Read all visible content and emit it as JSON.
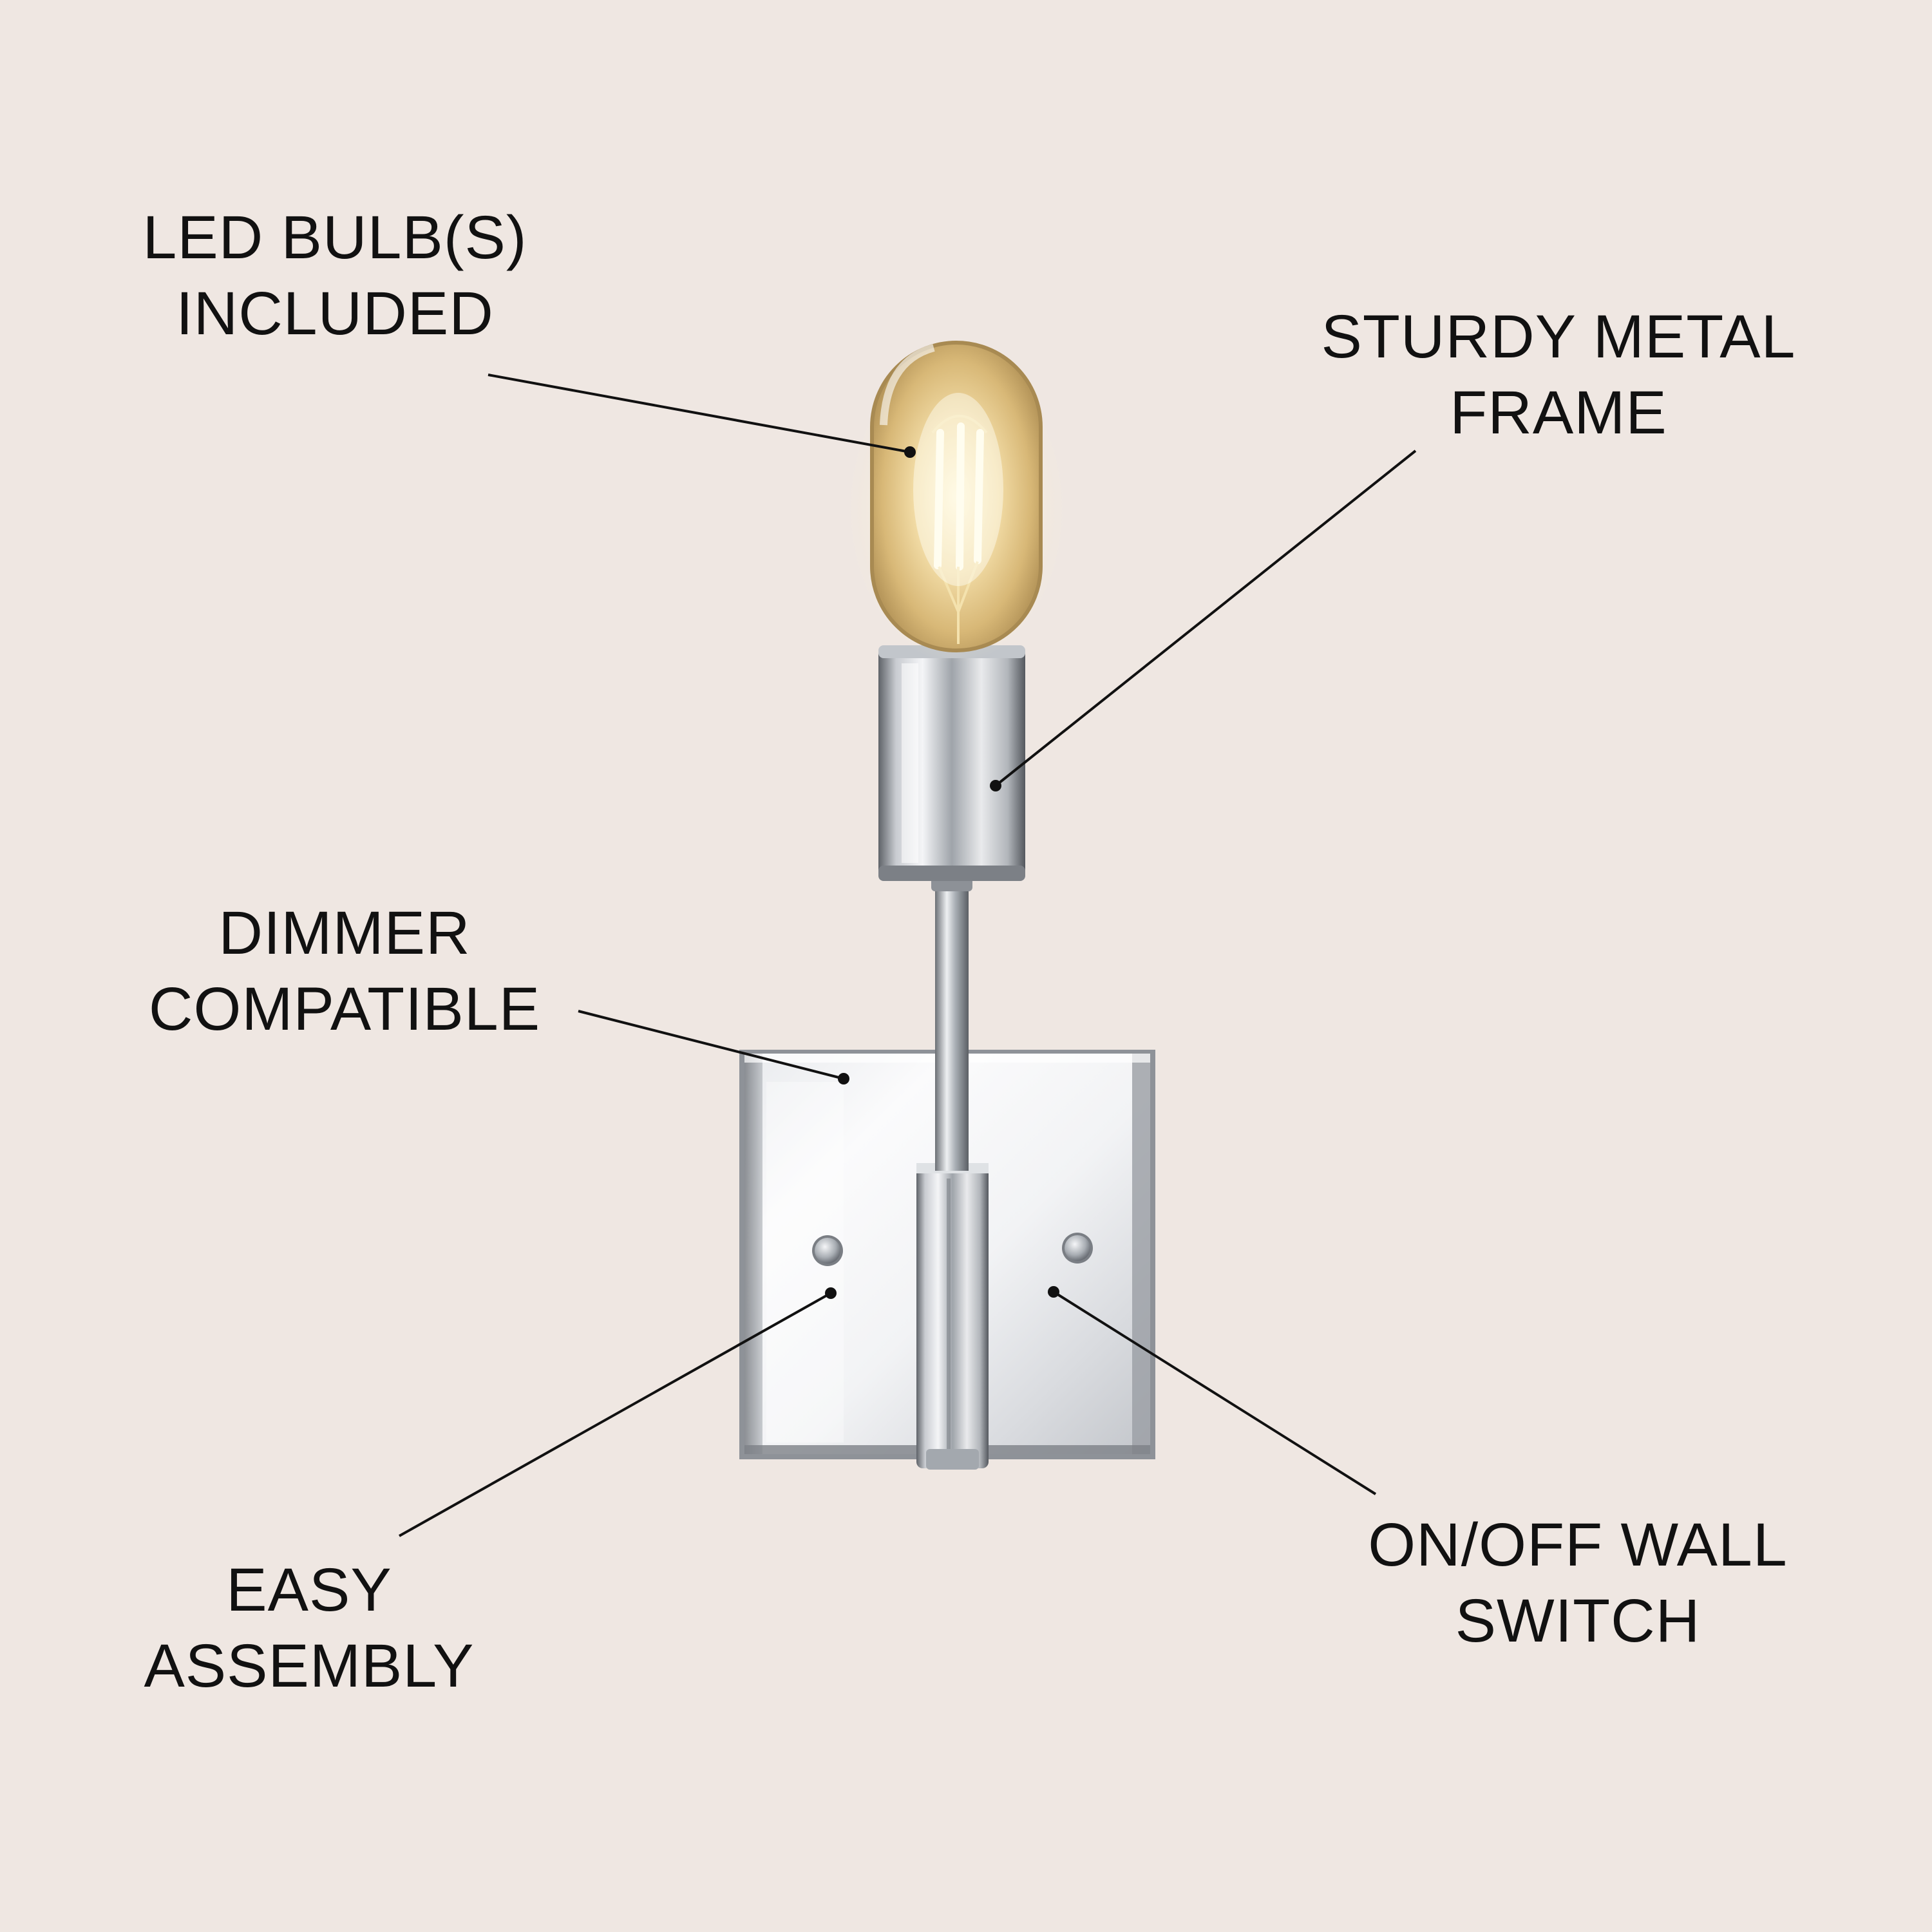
{
  "background_color": "#efe7e2",
  "text_color": "#111111",
  "features": [
    {
      "id": "led",
      "lines": [
        "LED BULB(S)",
        "INCLUDED"
      ]
    },
    {
      "id": "frame",
      "lines": [
        "STURDY METAL",
        "FRAME"
      ]
    },
    {
      "id": "dimmer",
      "lines": [
        "DIMMER",
        "COMPATIBLE"
      ]
    },
    {
      "id": "easy",
      "lines": [
        "EASY",
        "ASSEMBLY"
      ]
    },
    {
      "id": "switch",
      "lines": [
        "ON/OFF WALL",
        "SWITCH"
      ]
    }
  ]
}
